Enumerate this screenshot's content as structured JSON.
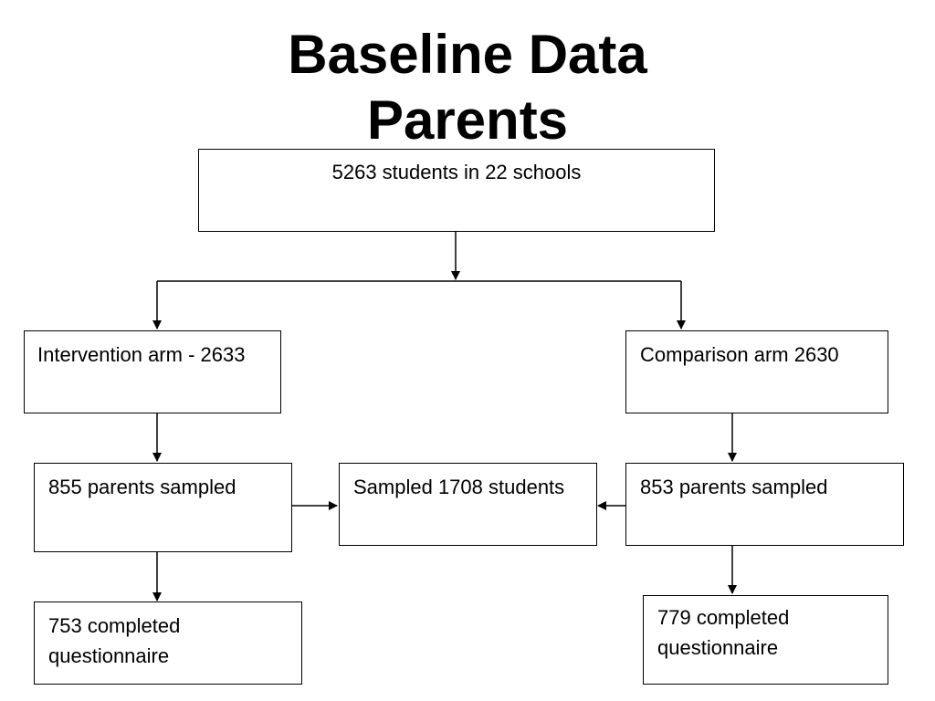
{
  "title": {
    "line1": "Baseline Data",
    "line2": "Parents"
  },
  "nodes": {
    "root": {
      "text": "5263 students in 22 schools"
    },
    "intervention_arm": {
      "text": "Intervention arm - 2633"
    },
    "comparison_arm": {
      "text": "Comparison arm 2630"
    },
    "intervention_parents": {
      "text": "855 parents sampled"
    },
    "sampled_students": {
      "text": "Sampled 1708 students"
    },
    "comparison_parents": {
      "text": "853 parents sampled"
    },
    "intervention_completed": {
      "line1": "753 completed",
      "line2": "questionnaire"
    },
    "comparison_completed": {
      "line1": "779 completed",
      "line2": "questionnaire"
    }
  }
}
